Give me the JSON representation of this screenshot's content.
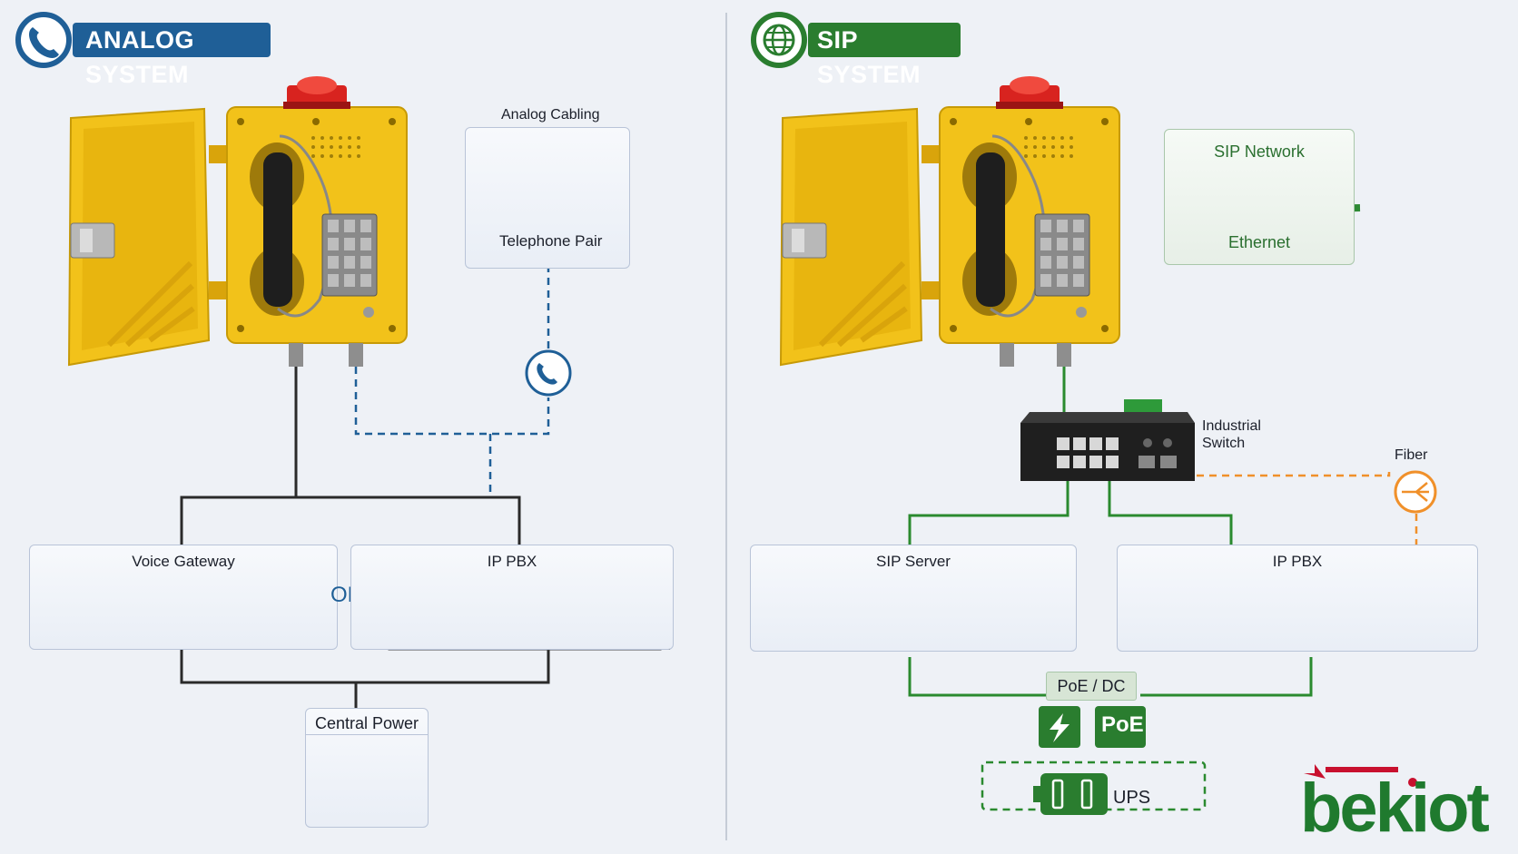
{
  "analog": {
    "title": "ANALOG SYSTEM",
    "cabling_title": "Analog Cabling",
    "cabling_label": "Telephone Pair",
    "gateway_label": "Voice Gateway",
    "or_label": "OR",
    "pbx_label": "IP PBX",
    "power_label": "Central Power"
  },
  "sip": {
    "title": "SIP SYSTEM",
    "network_title": "SIP Network",
    "network_label": "Ethernet",
    "switch_label_line1": "Industrial",
    "switch_label_line2": "Switch",
    "fiber_label": "Fiber",
    "server_label": "SIP Server",
    "pbx_label": "IP PBX",
    "power_label": "PoE / DC",
    "poe_label": "PoE",
    "ups_label": "UPS"
  },
  "brand": {
    "logo_text": "bekiot",
    "red": "#c8102e",
    "green": "#1f7a2e"
  },
  "colors": {
    "analog_blue": "#1f5f97",
    "sip_green": "#2a7d2f",
    "fiber_orange": "#f0902a",
    "housing_yellow": "#f2c21a",
    "beacon_red": "#d8231f"
  }
}
